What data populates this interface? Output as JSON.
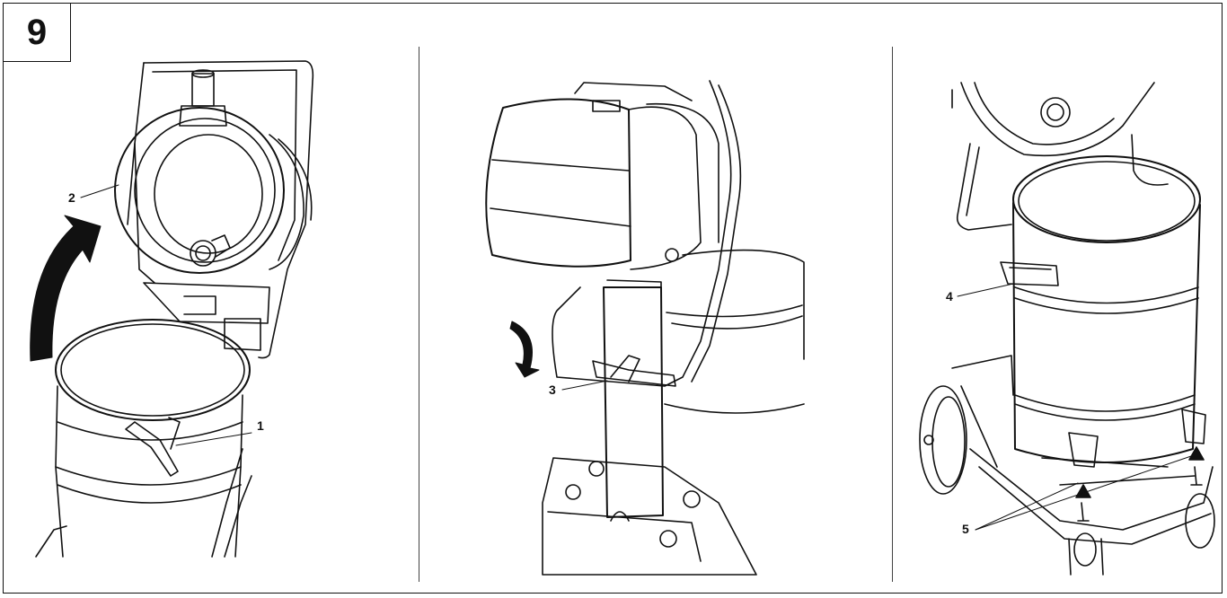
{
  "figure": {
    "step_number": "9",
    "callouts": [
      {
        "id": "1",
        "label": "1"
      },
      {
        "id": "2",
        "label": "2"
      },
      {
        "id": "3",
        "label": "3"
      },
      {
        "id": "4",
        "label": "4"
      },
      {
        "id": "5",
        "label": "5"
      }
    ],
    "panels": [
      {
        "id": "panel-1",
        "shows": [
          "1",
          "2"
        ]
      },
      {
        "id": "panel-2",
        "shows": [
          "3"
        ]
      },
      {
        "id": "panel-3",
        "shows": [
          "4",
          "5"
        ]
      }
    ],
    "colors": {
      "ink": "#111111",
      "background": "#ffffff"
    }
  }
}
